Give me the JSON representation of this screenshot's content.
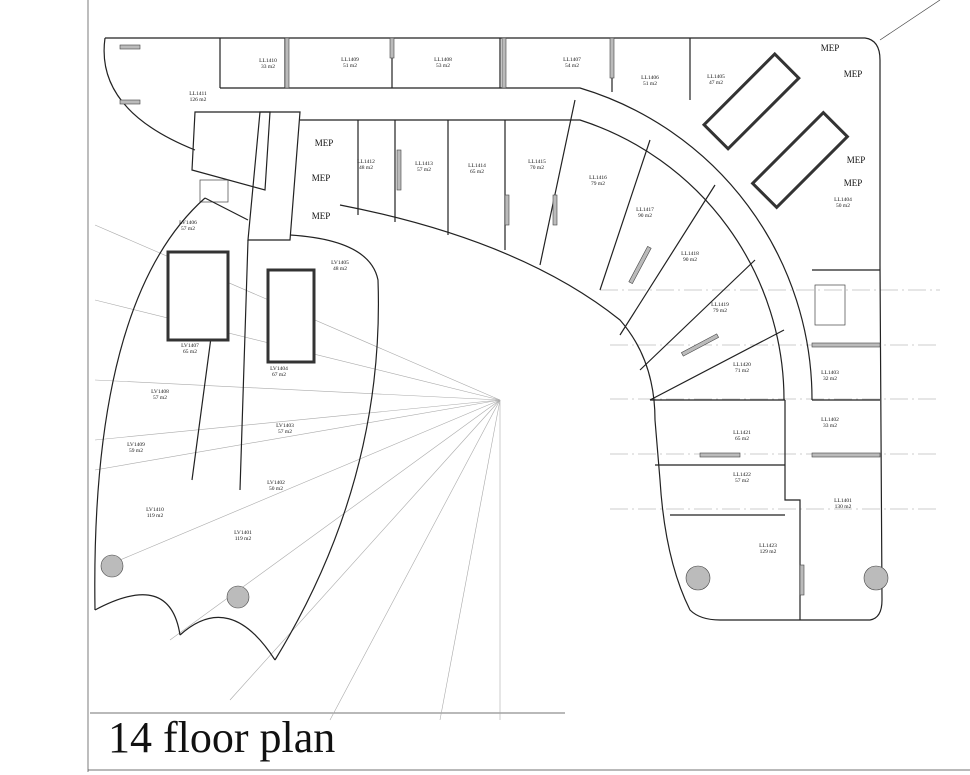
{
  "title": "14 floor plan",
  "rooms": [
    {
      "id": "LL1410",
      "area": "33 m2"
    },
    {
      "id": "LL1409",
      "area": "51 m2"
    },
    {
      "id": "LL1408",
      "area": "53 m2"
    },
    {
      "id": "LL1407",
      "area": "54 m2"
    },
    {
      "id": "LL1406",
      "area": "51 m2"
    },
    {
      "id": "LL1405",
      "area": "47 m2"
    },
    {
      "id": "LL1411",
      "area": "126 m2"
    },
    {
      "id": "LL1412",
      "area": "48 m2"
    },
    {
      "id": "LL1413",
      "area": "57 m2"
    },
    {
      "id": "LL1414",
      "area": "65 m2"
    },
    {
      "id": "LL1415",
      "area": "70 m2"
    },
    {
      "id": "LL1416",
      "area": "79 m2"
    },
    {
      "id": "LL1417",
      "area": "90 m2"
    },
    {
      "id": "LL1418",
      "area": "90 m2"
    },
    {
      "id": "LL1419",
      "area": "79 m2"
    },
    {
      "id": "LL1420",
      "area": "71 m2"
    },
    {
      "id": "LL1421",
      "area": "65 m2"
    },
    {
      "id": "LL1422",
      "area": "57 m2"
    },
    {
      "id": "LL1423",
      "area": "129 m2"
    },
    {
      "id": "LL1401",
      "area": "130 m2"
    },
    {
      "id": "LL1402",
      "area": "33 m2"
    },
    {
      "id": "LL1403",
      "area": "32 m2"
    },
    {
      "id": "LL1404",
      "area": "50 m2"
    },
    {
      "id": "LV1406",
      "area": "57 m2"
    },
    {
      "id": "LV1405",
      "area": "48 m2"
    },
    {
      "id": "LV1407",
      "area": "65 m2"
    },
    {
      "id": "LV1404",
      "area": "67 m2"
    },
    {
      "id": "LV1408",
      "area": "57 m2"
    },
    {
      "id": "LV1403",
      "area": "57 m2"
    },
    {
      "id": "LV1409",
      "area": "59 m2"
    },
    {
      "id": "LV1402",
      "area": "50 m2"
    },
    {
      "id": "LV1410",
      "area": "119 m2"
    },
    {
      "id": "LV1401",
      "area": "119 m2"
    }
  ],
  "mep_label": "MEP",
  "mep_count": 7
}
